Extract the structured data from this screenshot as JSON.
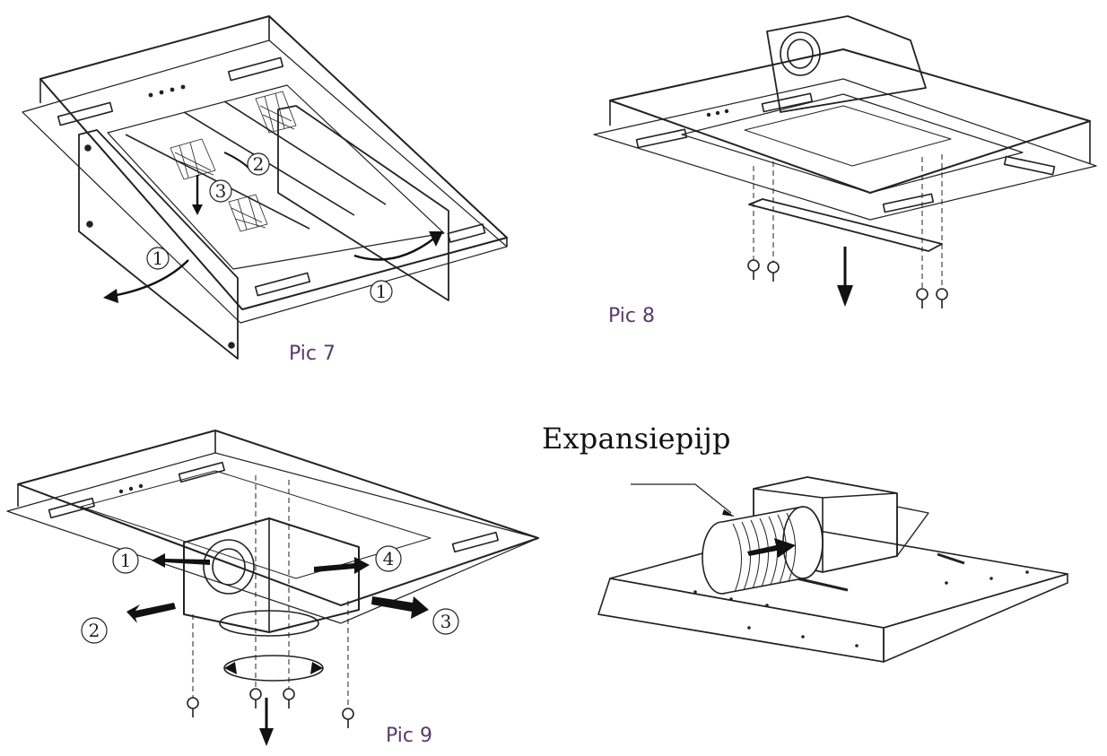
{
  "figures": {
    "pic7": {
      "label": "Pic 7",
      "steps": [
        "1",
        "2",
        "3",
        "1"
      ]
    },
    "pic8": {
      "label": "Pic 8"
    },
    "pic9": {
      "label": "Pic 9",
      "outlets": [
        "1",
        "2",
        "3",
        "4"
      ]
    },
    "expansion": {
      "callout": "Expansiepijp"
    }
  },
  "colors": {
    "line": "#222222",
    "label": "#5a3b6b",
    "arrow": "#111111"
  }
}
